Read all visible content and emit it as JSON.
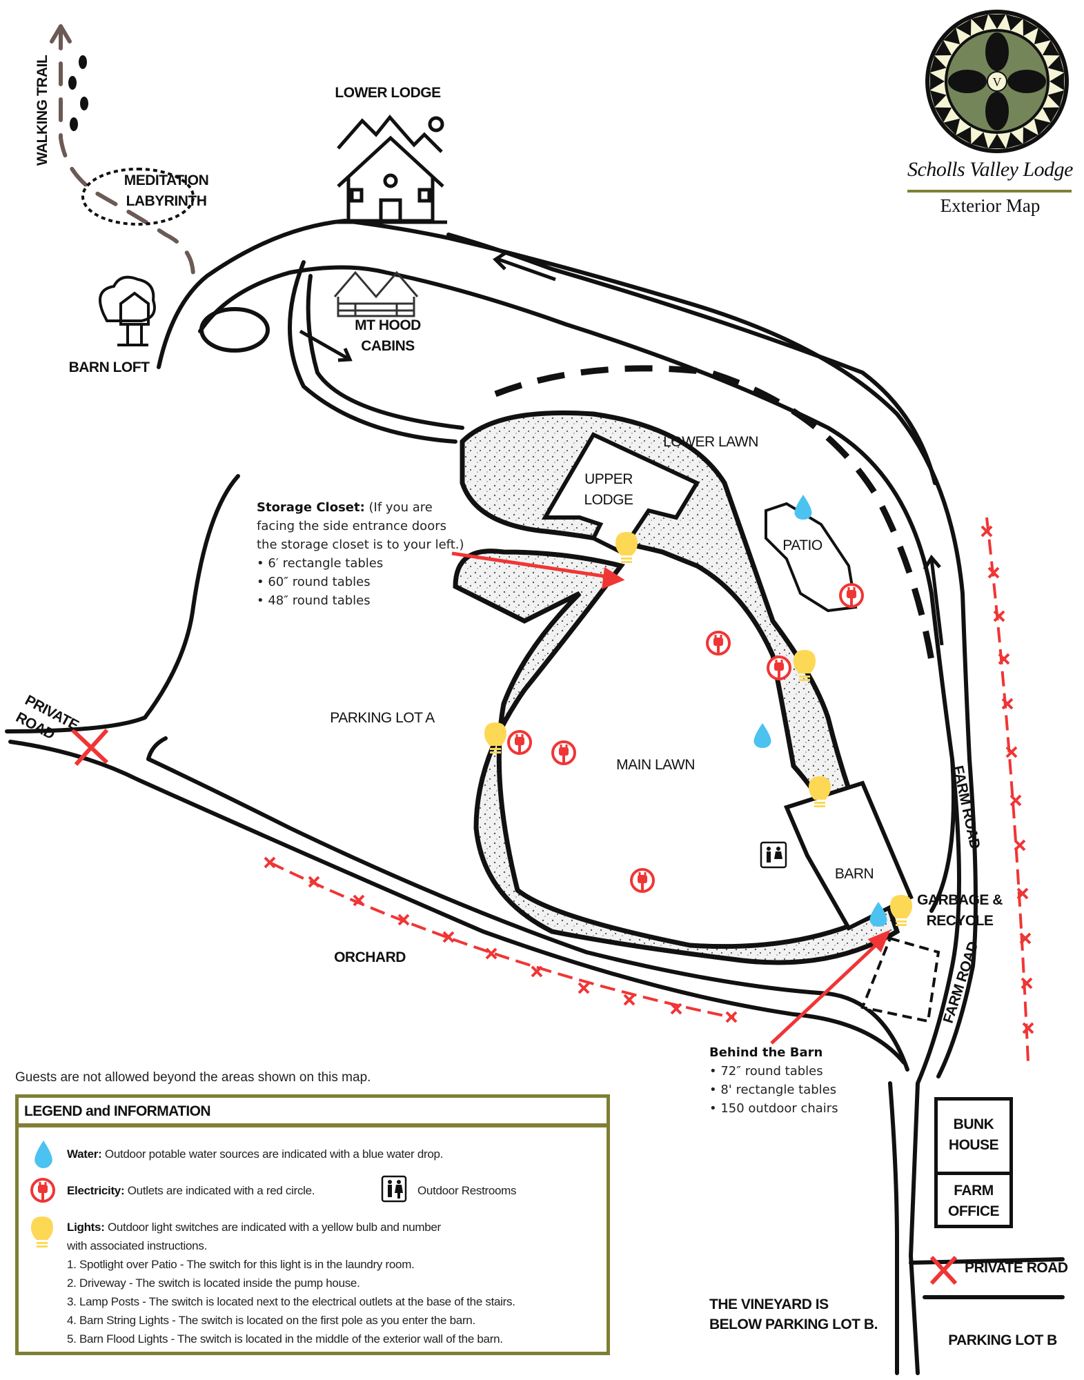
{
  "brand": {
    "name": "Scholls Valley Lodge",
    "subtitle": "Exterior Map",
    "logo_letter": "V",
    "colors": {
      "olive": "#7f7f35",
      "sage": "#75855a",
      "cream": "#f5f5d5"
    }
  },
  "labels": {
    "walking_trail": "WALKING TRAIL",
    "meditation_1": "MEDITATION",
    "meditation_2": "LABYRINTH",
    "lower_lodge": "LOWER LODGE",
    "barn_loft": "BARN LOFT",
    "mt_hood_1": "MT HOOD",
    "mt_hood_2": "CABINS",
    "lower_lawn": "LOWER LAWN",
    "upper_lodge_1": "UPPER",
    "upper_lodge_2": "LODGE",
    "patio": "PATIO",
    "parking_lot_a": "PARKING LOT A",
    "main_lawn": "MAIN LAWN",
    "barn": "BARN",
    "garbage_1": "GARBAGE &",
    "garbage_2": "RECYCLE",
    "orchard": "ORCHARD",
    "private_road_1": "PRIVATE",
    "private_road_2": "ROAD",
    "farm_road": "FARM ROAD",
    "farm_road_2": "FARM ROAD",
    "bunk_house_1": "BUNK",
    "bunk_house_2": "HOUSE",
    "farm_office_1": "FARM",
    "farm_office_2": "OFFICE",
    "private_road_bottom": "PRIVATE ROAD",
    "vineyard_1": "THE VINEYARD IS",
    "vineyard_2": "BELOW PARKING LOT B.",
    "parking_lot_b": "PARKING LOT B"
  },
  "storage_closet": {
    "title": "Storage Closet:",
    "intro": [
      " (If you are",
      "facing the side entrance doors",
      "the storage closet is to your left.)"
    ],
    "items": [
      "• 6′ rectangle tables",
      "• 60″ round tables",
      "• 48″ round tables"
    ]
  },
  "behind_barn": {
    "title": "Behind the Barn",
    "items": [
      "• 72″ round tables",
      "• 8' rectangle tables",
      "• 150 outdoor chairs"
    ]
  },
  "notice": "Guests are not allowed beyond the areas shown on this map.",
  "legend": {
    "title": "LEGEND and INFORMATION",
    "water_label": "Water:",
    "water_text": " Outdoor potable water sources are indicated with a blue water drop.",
    "electricity_label": "Electricity:",
    "electricity_text": " Outlets are indicated with a red circle.",
    "restrooms_text": "Outdoor Restrooms",
    "lights_label": "Lights:",
    "lights_text": " Outdoor light switches are indicated with a yellow bulb and number",
    "lights_text_2": "with associated instructions.",
    "light_items": [
      "1. Spotlight over Patio - The switch for this light is in the laundry room.",
      "2. Driveway - The switch is located inside the pump house.",
      "3. Lamp Posts - The switch is located next to the electrical outlets at the base of the stairs.",
      "4. Barn String Lights - The switch is located on the first pole as you enter the barn.",
      "5. Barn Flood Lights - The switch is located in the middle of the exterior wall of the barn."
    ]
  },
  "icon_colors": {
    "water": "#4cc2f0",
    "electricity": "#f03535",
    "lights": "#fcd855",
    "fence": "#f03535",
    "trail": "#6b5a55"
  },
  "icons": {
    "water": "water-drop-icon",
    "electricity": "electric-outlet-icon",
    "lights": "light-bulb-icon",
    "restrooms": "restroom-icon"
  }
}
